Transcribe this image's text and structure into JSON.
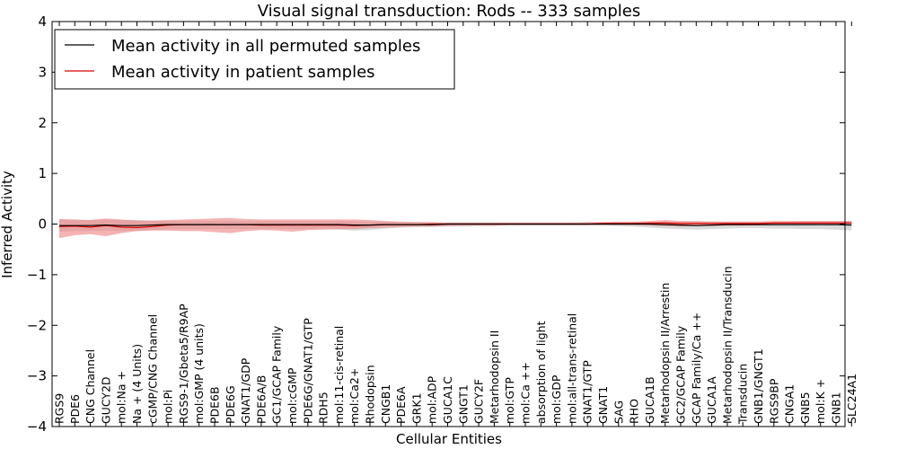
{
  "chart_data": {
    "type": "line",
    "title": "Visual signal transduction: Rods -- 333 samples",
    "xlabel": "Cellular Entities",
    "ylabel": "Inferred Activity",
    "ylim": [
      -4,
      4
    ],
    "yticks": [
      -4,
      -3,
      -2,
      -1,
      0,
      1,
      2,
      3,
      4
    ],
    "ytick_labels": [
      "−4",
      "−3",
      "−2",
      "−1",
      "0",
      "1",
      "2",
      "3",
      "4"
    ],
    "grid": false,
    "legend_position": "top-left",
    "categories": [
      "RGS9",
      "PDE6",
      "CNG Channel",
      "GUCY2D",
      "mol:Na +",
      "Na + (4 Units)",
      "cGMP/CNG Channel",
      "mol:Pi",
      "RGS9-1/Gbeta5/R9AP",
      "mol:GMP (4 units)",
      "PDE6B",
      "PDE6G",
      "GNAT1/GDP",
      "PDE6A/B",
      "GC1/GCAP Family",
      "mol:cGMP",
      "PDE6G/GNAT1/GTP",
      "RDH5",
      "mol:11-cis-retinal",
      "mol:Ca2+",
      "Rhodopsin",
      "CNGB1",
      "PDE6A",
      "GRK1",
      "mol:ADP",
      "GUCA1C",
      "GNGT1",
      "GUCY2F",
      "Metarhodopsin II",
      "mol:GTP",
      "mol:Ca ++",
      "absorption of light",
      "mol:GDP",
      "mol:all-trans-retinal",
      "GNAT1/GTP",
      "GNAT1",
      "SAG",
      "RHO",
      "GUCA1B",
      "Metarhodopsin II/Arrestin",
      "GC2/GCAP Family",
      "GCAP Family/Ca ++",
      "GUCA1A",
      "Metarhodopsin II/Transducin",
      "Transducin",
      "GNB1/GNGT1",
      "RGS9BP",
      "CNGA1",
      "GNB5",
      "mol:K +",
      "GNB1",
      "SLC24A1"
    ],
    "series": [
      {
        "name": "Mean activity in all permuted samples",
        "color": "#000000",
        "band_color": "#bbbbbb",
        "mean": [
          -0.03,
          -0.03,
          -0.03,
          -0.02,
          -0.03,
          -0.03,
          -0.02,
          -0.01,
          -0.01,
          -0.01,
          -0.01,
          -0.01,
          -0.01,
          -0.01,
          -0.01,
          -0.01,
          -0.01,
          -0.01,
          -0.01,
          -0.02,
          -0.02,
          -0.01,
          -0.01,
          -0.01,
          -0.01,
          0,
          0,
          0,
          0,
          0,
          0,
          0,
          0,
          0,
          0,
          0,
          0,
          0,
          0,
          -0.01,
          -0.02,
          -0.03,
          -0.02,
          -0.01,
          -0.01,
          -0.01,
          -0.01,
          -0.01,
          -0.01,
          -0.01,
          -0.01,
          -0.02
        ],
        "lower": [
          -0.15,
          -0.14,
          -0.14,
          -0.13,
          -0.14,
          -0.13,
          -0.12,
          -0.11,
          -0.1,
          -0.1,
          -0.1,
          -0.1,
          -0.1,
          -0.1,
          -0.1,
          -0.1,
          -0.1,
          -0.1,
          -0.11,
          -0.13,
          -0.12,
          -0.09,
          -0.07,
          -0.06,
          -0.06,
          -0.05,
          -0.05,
          -0.04,
          -0.04,
          -0.03,
          -0.03,
          -0.03,
          -0.03,
          -0.03,
          -0.03,
          -0.03,
          -0.04,
          -0.05,
          -0.07,
          -0.09,
          -0.1,
          -0.11,
          -0.1,
          -0.09,
          -0.08,
          -0.08,
          -0.09,
          -0.09,
          -0.1,
          -0.1,
          -0.11,
          -0.13
        ],
        "upper": [
          0.09,
          0.08,
          0.08,
          0.09,
          0.08,
          0.08,
          0.07,
          0.06,
          0.06,
          0.06,
          0.06,
          0.06,
          0.06,
          0.06,
          0.06,
          0.06,
          0.06,
          0.06,
          0.06,
          0.06,
          0.05,
          0.05,
          0.04,
          0.04,
          0.03,
          0.03,
          0.03,
          0.03,
          0.03,
          0.03,
          0.03,
          0.03,
          0.03,
          0.03,
          0.03,
          0.03,
          0.03,
          0.04,
          0.04,
          0.05,
          0.05,
          0.05,
          0.05,
          0.05,
          0.05,
          0.05,
          0.05,
          0.05,
          0.06,
          0.06,
          0.06,
          0.06
        ]
      },
      {
        "name": "Mean activity in patient samples",
        "color": "#dd0000",
        "band_color": "#f08080",
        "mean": [
          -0.05,
          -0.04,
          -0.06,
          -0.03,
          -0.06,
          -0.07,
          -0.05,
          -0.02,
          -0.01,
          -0.01,
          -0.01,
          -0.01,
          -0.01,
          -0.02,
          -0.02,
          -0.02,
          -0.02,
          -0.02,
          -0.02,
          -0.03,
          -0.02,
          -0.01,
          -0.01,
          -0.01,
          0,
          0,
          0,
          0,
          0,
          0,
          0,
          0,
          0,
          0,
          0,
          0.01,
          0.01,
          0.01,
          0.02,
          0.02,
          0.01,
          0.01,
          0.01,
          0.01,
          0.01,
          0.01,
          0.02,
          0.02,
          0.02,
          0.02,
          0.02,
          0.02
        ],
        "lower": [
          -0.28,
          -0.22,
          -0.2,
          -0.24,
          -0.18,
          -0.14,
          -0.13,
          -0.13,
          -0.14,
          -0.14,
          -0.16,
          -0.18,
          -0.14,
          -0.12,
          -0.13,
          -0.15,
          -0.12,
          -0.11,
          -0.1,
          -0.1,
          -0.08,
          -0.07,
          -0.06,
          -0.05,
          -0.05,
          -0.04,
          -0.03,
          -0.03,
          -0.03,
          -0.02,
          -0.02,
          -0.02,
          -0.02,
          -0.02,
          -0.02,
          -0.02,
          -0.02,
          -0.02,
          -0.03,
          -0.04,
          -0.05,
          -0.04,
          -0.04,
          -0.03,
          -0.03,
          -0.02,
          -0.02,
          -0.02,
          -0.02,
          -0.02,
          -0.02,
          -0.02
        ],
        "upper": [
          0.1,
          0.09,
          0.08,
          0.11,
          0.09,
          0.07,
          0.07,
          0.08,
          0.09,
          0.1,
          0.11,
          0.12,
          0.1,
          0.09,
          0.09,
          0.09,
          0.09,
          0.09,
          0.09,
          0.09,
          0.08,
          0.06,
          0.05,
          0.04,
          0.04,
          0.03,
          0.03,
          0.03,
          0.03,
          0.03,
          0.03,
          0.03,
          0.03,
          0.03,
          0.04,
          0.04,
          0.05,
          0.05,
          0.06,
          0.08,
          0.06,
          0.06,
          0.05,
          0.05,
          0.05,
          0.05,
          0.06,
          0.06,
          0.06,
          0.06,
          0.06,
          0.06
        ]
      }
    ]
  }
}
